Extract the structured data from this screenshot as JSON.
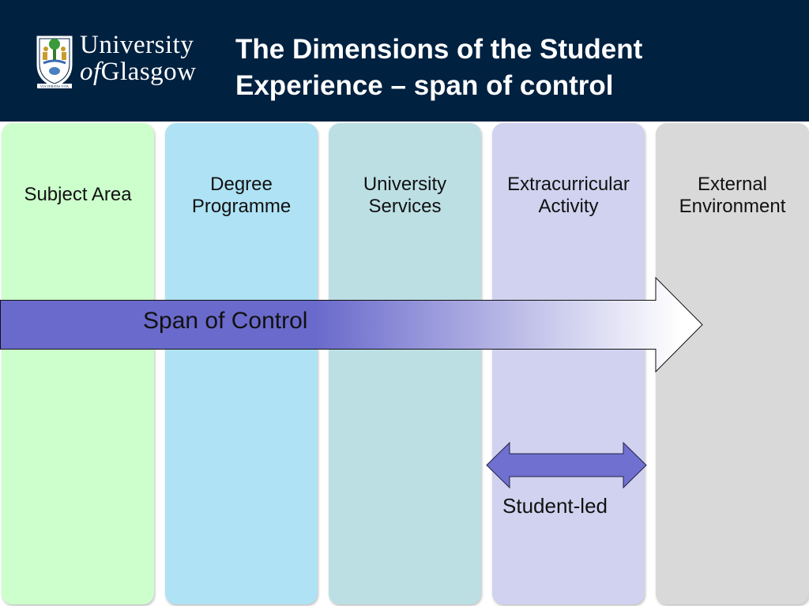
{
  "header": {
    "logo_line1": "University",
    "logo_line2_prefix": "of",
    "logo_line2": "Glasgow",
    "logo_motto": "VIA VERITAS VITA",
    "title_line1": "The Dimensions of the Student",
    "title_line2": "Experience – span of control"
  },
  "columns": [
    {
      "label": "Subject Area",
      "color": "#ccffcc"
    },
    {
      "label_line1": "Degree",
      "label_line2": "Programme",
      "color": "#aee2f4"
    },
    {
      "label_line1": "University",
      "label_line2": "Services",
      "color": "#bcdfe4"
    },
    {
      "label_line1": "Extracurricular",
      "label_line2": "Activity",
      "color": "#d0d2ef"
    },
    {
      "label_line1": "External",
      "label_line2": "Environment",
      "color": "#d9d9d9"
    }
  ],
  "span_arrow": {
    "label": "Span of Control",
    "color_start": "#6a6acc",
    "color_end": "#ffffff"
  },
  "student_led": {
    "label": "Student-led",
    "color": "#7070d0"
  },
  "colors": {
    "header_bg": "#002140"
  }
}
